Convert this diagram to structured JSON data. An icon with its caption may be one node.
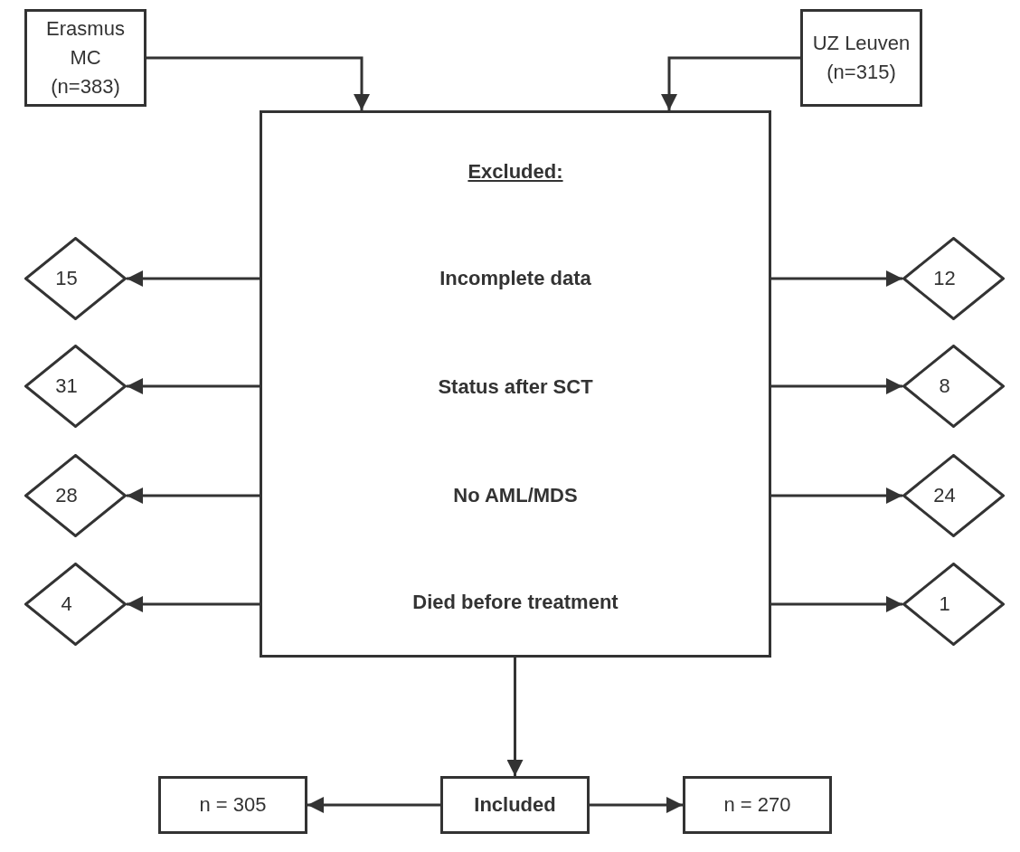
{
  "diagram": {
    "nodes": [
      {
        "text": [
          "Erasmus MC (n=383)"
        ]
      },
      {
        "text": [
          "UZ Leuven (n=315)"
        ]
      },
      {
        "text": [
          "Excluded:",
          "Incomplete data",
          "Status after SCT",
          "No AML/MDS",
          "Died before treatment"
        ]
      },
      {
        "text": [
          "15"
        ]
      },
      {
        "text": [
          "12"
        ]
      },
      {
        "text": [
          "31"
        ]
      },
      {
        "text": [
          "8"
        ]
      },
      {
        "text": [
          "28"
        ]
      },
      {
        "text": [
          "24"
        ]
      },
      {
        "text": [
          "4"
        ]
      },
      {
        "text": [
          "1"
        ]
      },
      {
        "text": [
          "n = 305"
        ]
      },
      {
        "text": [
          "Included"
        ]
      },
      {
        "text": [
          "n = 270"
        ]
      }
    ],
    "edges": [
      {
        "from": 0,
        "to": 2,
        "arrow": "to"
      },
      {
        "from": 1,
        "to": 2,
        "arrow": "to"
      },
      {
        "from": 2,
        "to": 3,
        "arrow": "to"
      },
      {
        "from": 2,
        "to": 4,
        "arrow": "to"
      },
      {
        "from": 2,
        "to": 5,
        "arrow": "to"
      },
      {
        "from": 2,
        "to": 6,
        "arrow": "to"
      },
      {
        "from": 2,
        "to": 7,
        "arrow": "to"
      },
      {
        "from": 2,
        "to": 8,
        "arrow": "to"
      },
      {
        "from": 2,
        "to": 9,
        "arrow": "to"
      },
      {
        "from": 2,
        "to": 10,
        "arrow": "to"
      },
      {
        "from": 2,
        "to": 12,
        "arrow": "to"
      },
      {
        "from": 12,
        "to": 11,
        "arrow": "to"
      },
      {
        "from": 12,
        "to": 13,
        "arrow": "to"
      }
    ]
  }
}
